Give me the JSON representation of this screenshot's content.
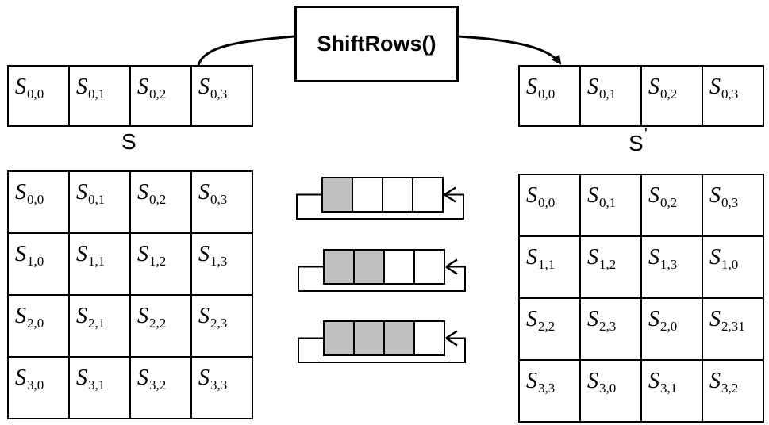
{
  "function_label": "ShiftRows()",
  "state_label": "S",
  "output_label": "S",
  "output_prime": "'",
  "top_row_input": [
    {
      "sym": "S",
      "sub": "0,0"
    },
    {
      "sym": "S",
      "sub": "0,1"
    },
    {
      "sym": "S",
      "sub": "0,2"
    },
    {
      "sym": "S",
      "sub": "0,3"
    }
  ],
  "top_row_output": [
    {
      "sym": "S",
      "sub": "0,0"
    },
    {
      "sym": "S",
      "sub": "0,1"
    },
    {
      "sym": "S",
      "sub": "0,2"
    },
    {
      "sym": "S",
      "sub": "0,3"
    }
  ],
  "input_matrix": [
    [
      {
        "sym": "S",
        "sub": "0,0"
      },
      {
        "sym": "S",
        "sub": "0,1"
      },
      {
        "sym": "S",
        "sub": "0,2"
      },
      {
        "sym": "S",
        "sub": "0,3"
      }
    ],
    [
      {
        "sym": "S",
        "sub": "1,0"
      },
      {
        "sym": "S",
        "sub": "1,1"
      },
      {
        "sym": "S",
        "sub": "1,2"
      },
      {
        "sym": "S",
        "sub": "1,3"
      }
    ],
    [
      {
        "sym": "S",
        "sub": "2,0"
      },
      {
        "sym": "S",
        "sub": "2,1"
      },
      {
        "sym": "S",
        "sub": "2,2"
      },
      {
        "sym": "S",
        "sub": "2,3"
      }
    ],
    [
      {
        "sym": "S",
        "sub": "3,0"
      },
      {
        "sym": "S",
        "sub": "3,1"
      },
      {
        "sym": "S",
        "sub": "3,2"
      },
      {
        "sym": "S",
        "sub": "3,3"
      }
    ]
  ],
  "output_matrix": [
    [
      {
        "sym": "S",
        "sub": "0,0"
      },
      {
        "sym": "S",
        "sub": "0,1"
      },
      {
        "sym": "S",
        "sub": "0,2"
      },
      {
        "sym": "S",
        "sub": "0,3"
      }
    ],
    [
      {
        "sym": "S",
        "sub": "1,1"
      },
      {
        "sym": "S",
        "sub": "1,2"
      },
      {
        "sym": "S",
        "sub": "1,3"
      },
      {
        "sym": "S",
        "sub": "1,0"
      }
    ],
    [
      {
        "sym": "S",
        "sub": "2,2"
      },
      {
        "sym": "S",
        "sub": "2,3"
      },
      {
        "sym": "S",
        "sub": "2,0"
      },
      {
        "sym": "S",
        "sub": "2,31"
      }
    ],
    [
      {
        "sym": "S",
        "sub": "3,3"
      },
      {
        "sym": "S",
        "sub": "3,0"
      },
      {
        "sym": "S",
        "sub": "3,1"
      },
      {
        "sym": "S",
        "sub": "3,2"
      }
    ]
  ],
  "shift_diagrams": [
    {
      "shaded_cells": 1
    },
    {
      "shaded_cells": 2
    },
    {
      "shaded_cells": 3
    }
  ],
  "colors": {
    "shaded_cell": "#c0c0c0",
    "line": "#000000"
  }
}
